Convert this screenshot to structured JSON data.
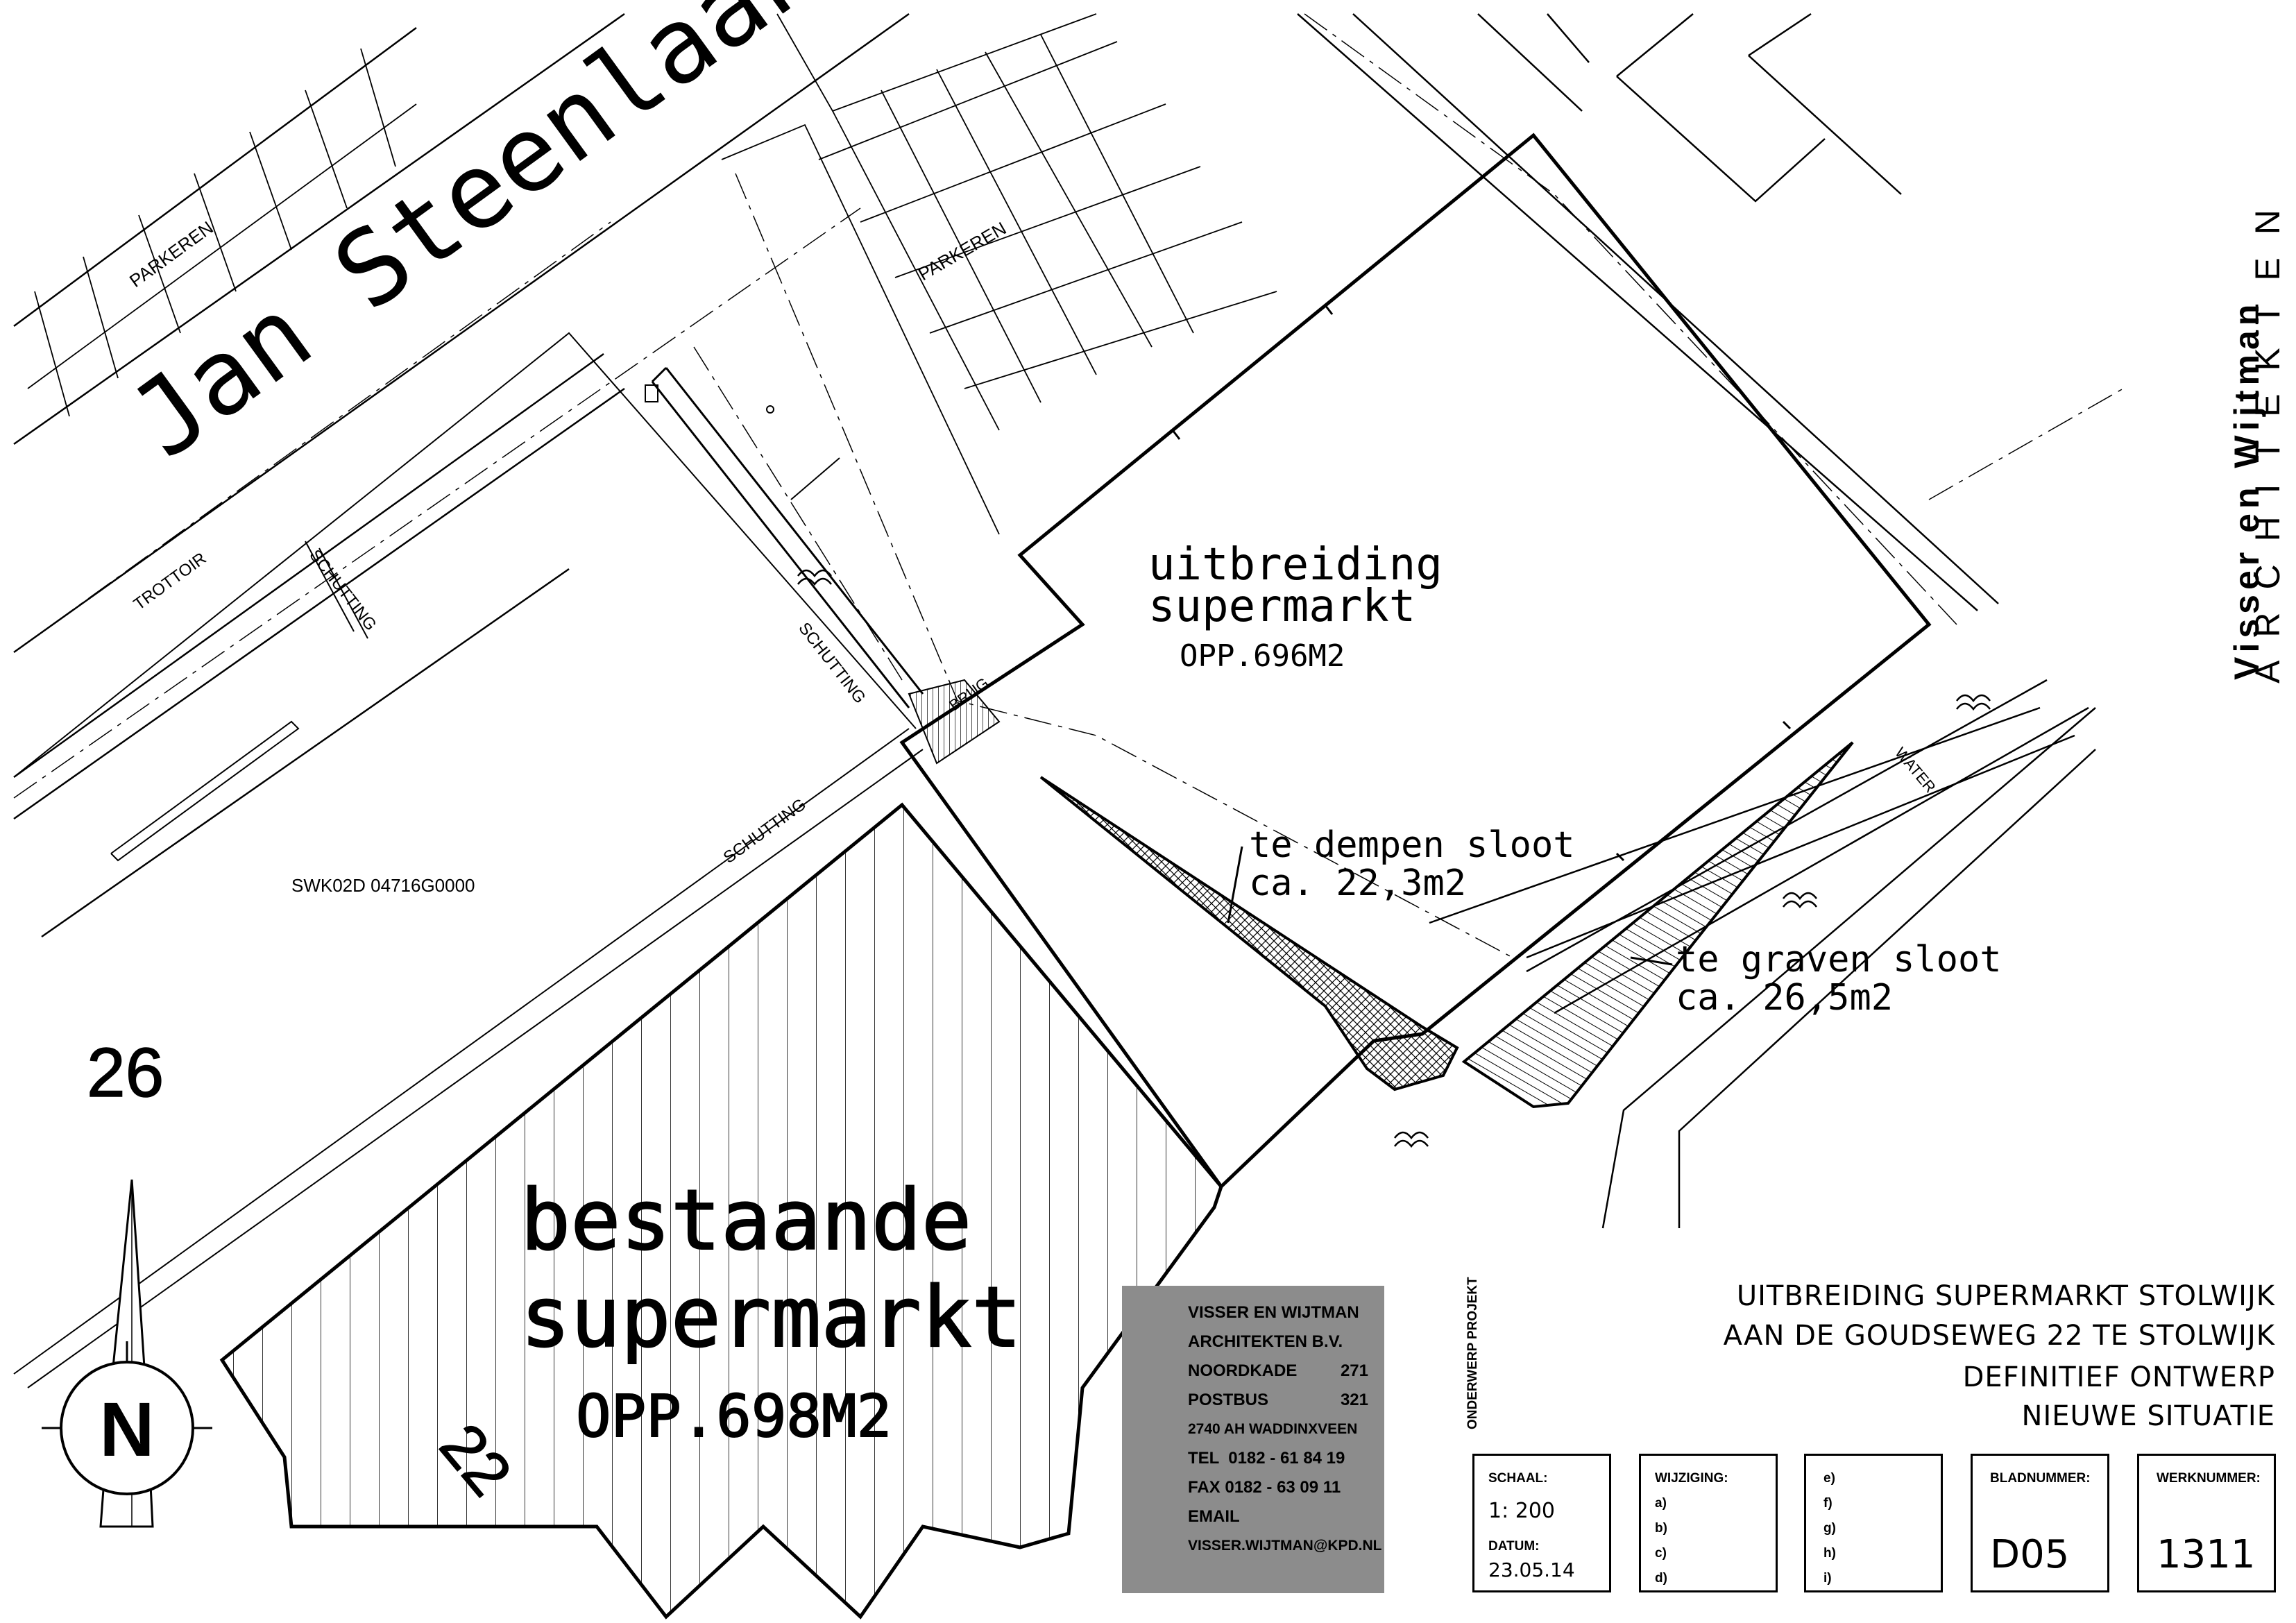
{
  "street_name": "Jan Steenlaan",
  "labels": {
    "parkeren_left": "PARKEREN",
    "parkeren_right": "PARKEREN",
    "trottoir": "TROTTOIR",
    "schutting_1": "SCHUTTING",
    "schutting_2": "SCHUTTING",
    "schutting_3": "SCHUTTING",
    "brug": "BRUG",
    "water": "WATER",
    "parcel_code": "SWK02D 04716G0000",
    "house_number_26": "26",
    "house_number_22": "22"
  },
  "extension": {
    "line1": "uitbreiding",
    "line2": "supermarkt",
    "area": "OPP.696M2"
  },
  "existing": {
    "line1": "bestaande",
    "line2": "supermarkt",
    "area": "OPP.698M2"
  },
  "ditch_fill": {
    "line1": "te dempen sloot",
    "line2": "ca. 22,3m2"
  },
  "ditch_dig": {
    "line1": "te graven sloot",
    "line2": "ca. 26,5m2"
  },
  "north_arrow": {
    "letter": "N"
  },
  "logo": {
    "line1": "Visser en Wijtman",
    "line2": "ARCHITEKTEN"
  },
  "architect": {
    "name1": "VISSER EN WIJTMAN",
    "name2": "ARCHITEKTEN B.V.",
    "street_label": "NOORDKADE",
    "street_number": "271",
    "postbus_label": "POSTBUS",
    "postbus_number": "321",
    "city": "2740 AH WADDINXVEEN",
    "tel": "TEL  0182 - 61 84 19",
    "fax": "FAX 0182 - 63 09 11",
    "email_label": "EMAIL",
    "email": "VISSER.WIJTMAN@KPD.NL"
  },
  "title_block": {
    "onderwerp_label": "ONDERWERP",
    "projekt_label": "PROJEKT",
    "project_line1": "UITBREIDING SUPERMARKT STOLWIJK",
    "project_line2": "AAN DE GOUDSEWEG 22 TE STOLWIJK",
    "subject_line1": "DEFINITIEF ONTWERP",
    "subject_line2": "NIEUWE SITUATIE",
    "schaal_label": "SCHAAL:",
    "schaal_value": "1: 200",
    "datum_label": "DATUM:",
    "datum_value": "23.05.14",
    "wijziging_label": "WIJZIGING:",
    "wijziging_a": "a)",
    "wijziging_b": "b)",
    "wijziging_c": "c)",
    "wijziging_d": "d)",
    "wijziging_e": "e)",
    "wijziging_f": "f)",
    "wijziging_g": "g)",
    "wijziging_h": "h)",
    "wijziging_i": "i)",
    "bladnummer_label": "BLADNUMMER:",
    "bladnummer_value": "D05",
    "werknummer_label": "WERKNUMMER:",
    "werknummer_value": "1311"
  }
}
